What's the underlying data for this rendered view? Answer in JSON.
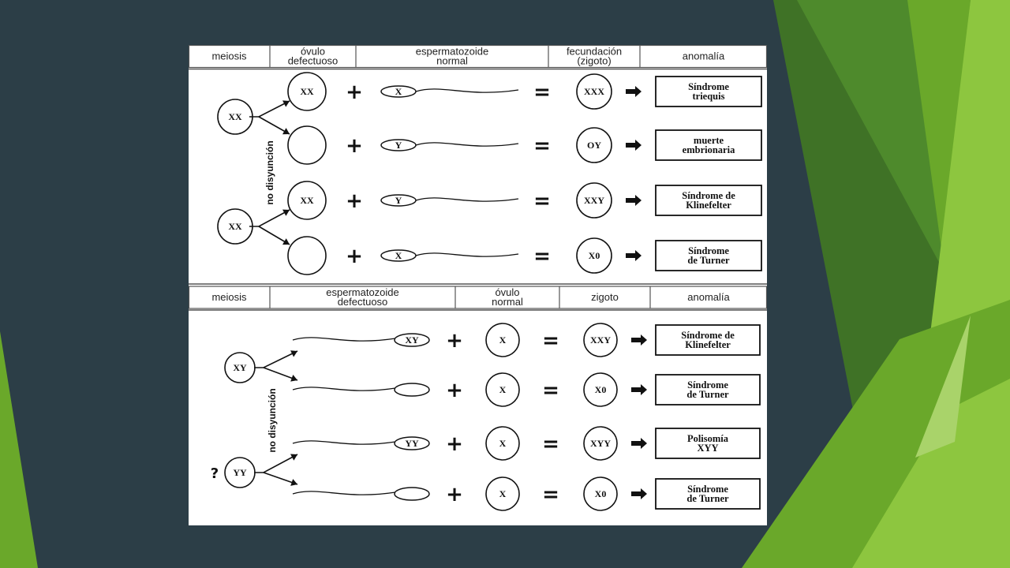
{
  "colors": {
    "background": "#2c3e47",
    "accent_light": "#8dc63f",
    "accent_mid": "#6aa82a",
    "accent_dark": "#3f7226",
    "figure_bg": "#ffffff",
    "ink": "#111111"
  },
  "section1": {
    "headers": [
      "meiosis",
      "óvulo\ndefectuoso",
      "espermatozoide\nnormal",
      "fecundación\n(zigoto)",
      "anomalía"
    ],
    "side_label": "no disyunción",
    "parents": [
      {
        "label": "XX",
        "prefix": ""
      },
      {
        "label": "XX",
        "prefix": ""
      }
    ],
    "rows": [
      {
        "ovum": "XX",
        "sperm": "X",
        "zygote": "XXX",
        "result": "Síndrome\ntriequis"
      },
      {
        "ovum": "",
        "sperm": "Y",
        "zygote": "OY",
        "result": "muerte\nembrionaria"
      },
      {
        "ovum": "XX",
        "sperm": "Y",
        "zygote": "XXY",
        "result": "Síndrome de\nKlinefelter"
      },
      {
        "ovum": "",
        "sperm": "X",
        "zygote": "X0",
        "result": "Síndrome\nde Turner"
      }
    ]
  },
  "section2": {
    "headers": [
      "meiosis",
      "espermatozoide\ndefectuoso",
      "óvulo\nnormal",
      "zigoto",
      "anomalía"
    ],
    "side_label": "no disyunción",
    "parents": [
      {
        "label": "XY",
        "prefix": ""
      },
      {
        "label": "YY",
        "prefix": "?"
      }
    ],
    "rows": [
      {
        "sperm": "XY",
        "ovum": "X",
        "zygote": "XXY",
        "result": "Síndrome de\nKlinefelter"
      },
      {
        "sperm": "",
        "ovum": "X",
        "zygote": "X0",
        "result": "Síndrome\nde Turner"
      },
      {
        "sperm": "YY",
        "ovum": "X",
        "zygote": "XYY",
        "result": "Polisomía\nXYY"
      },
      {
        "sperm": "",
        "ovum": "X",
        "zygote": "X0",
        "result": "Síndrome\nde Turner"
      }
    ]
  },
  "symbols": {
    "plus": "+",
    "equals": "="
  }
}
